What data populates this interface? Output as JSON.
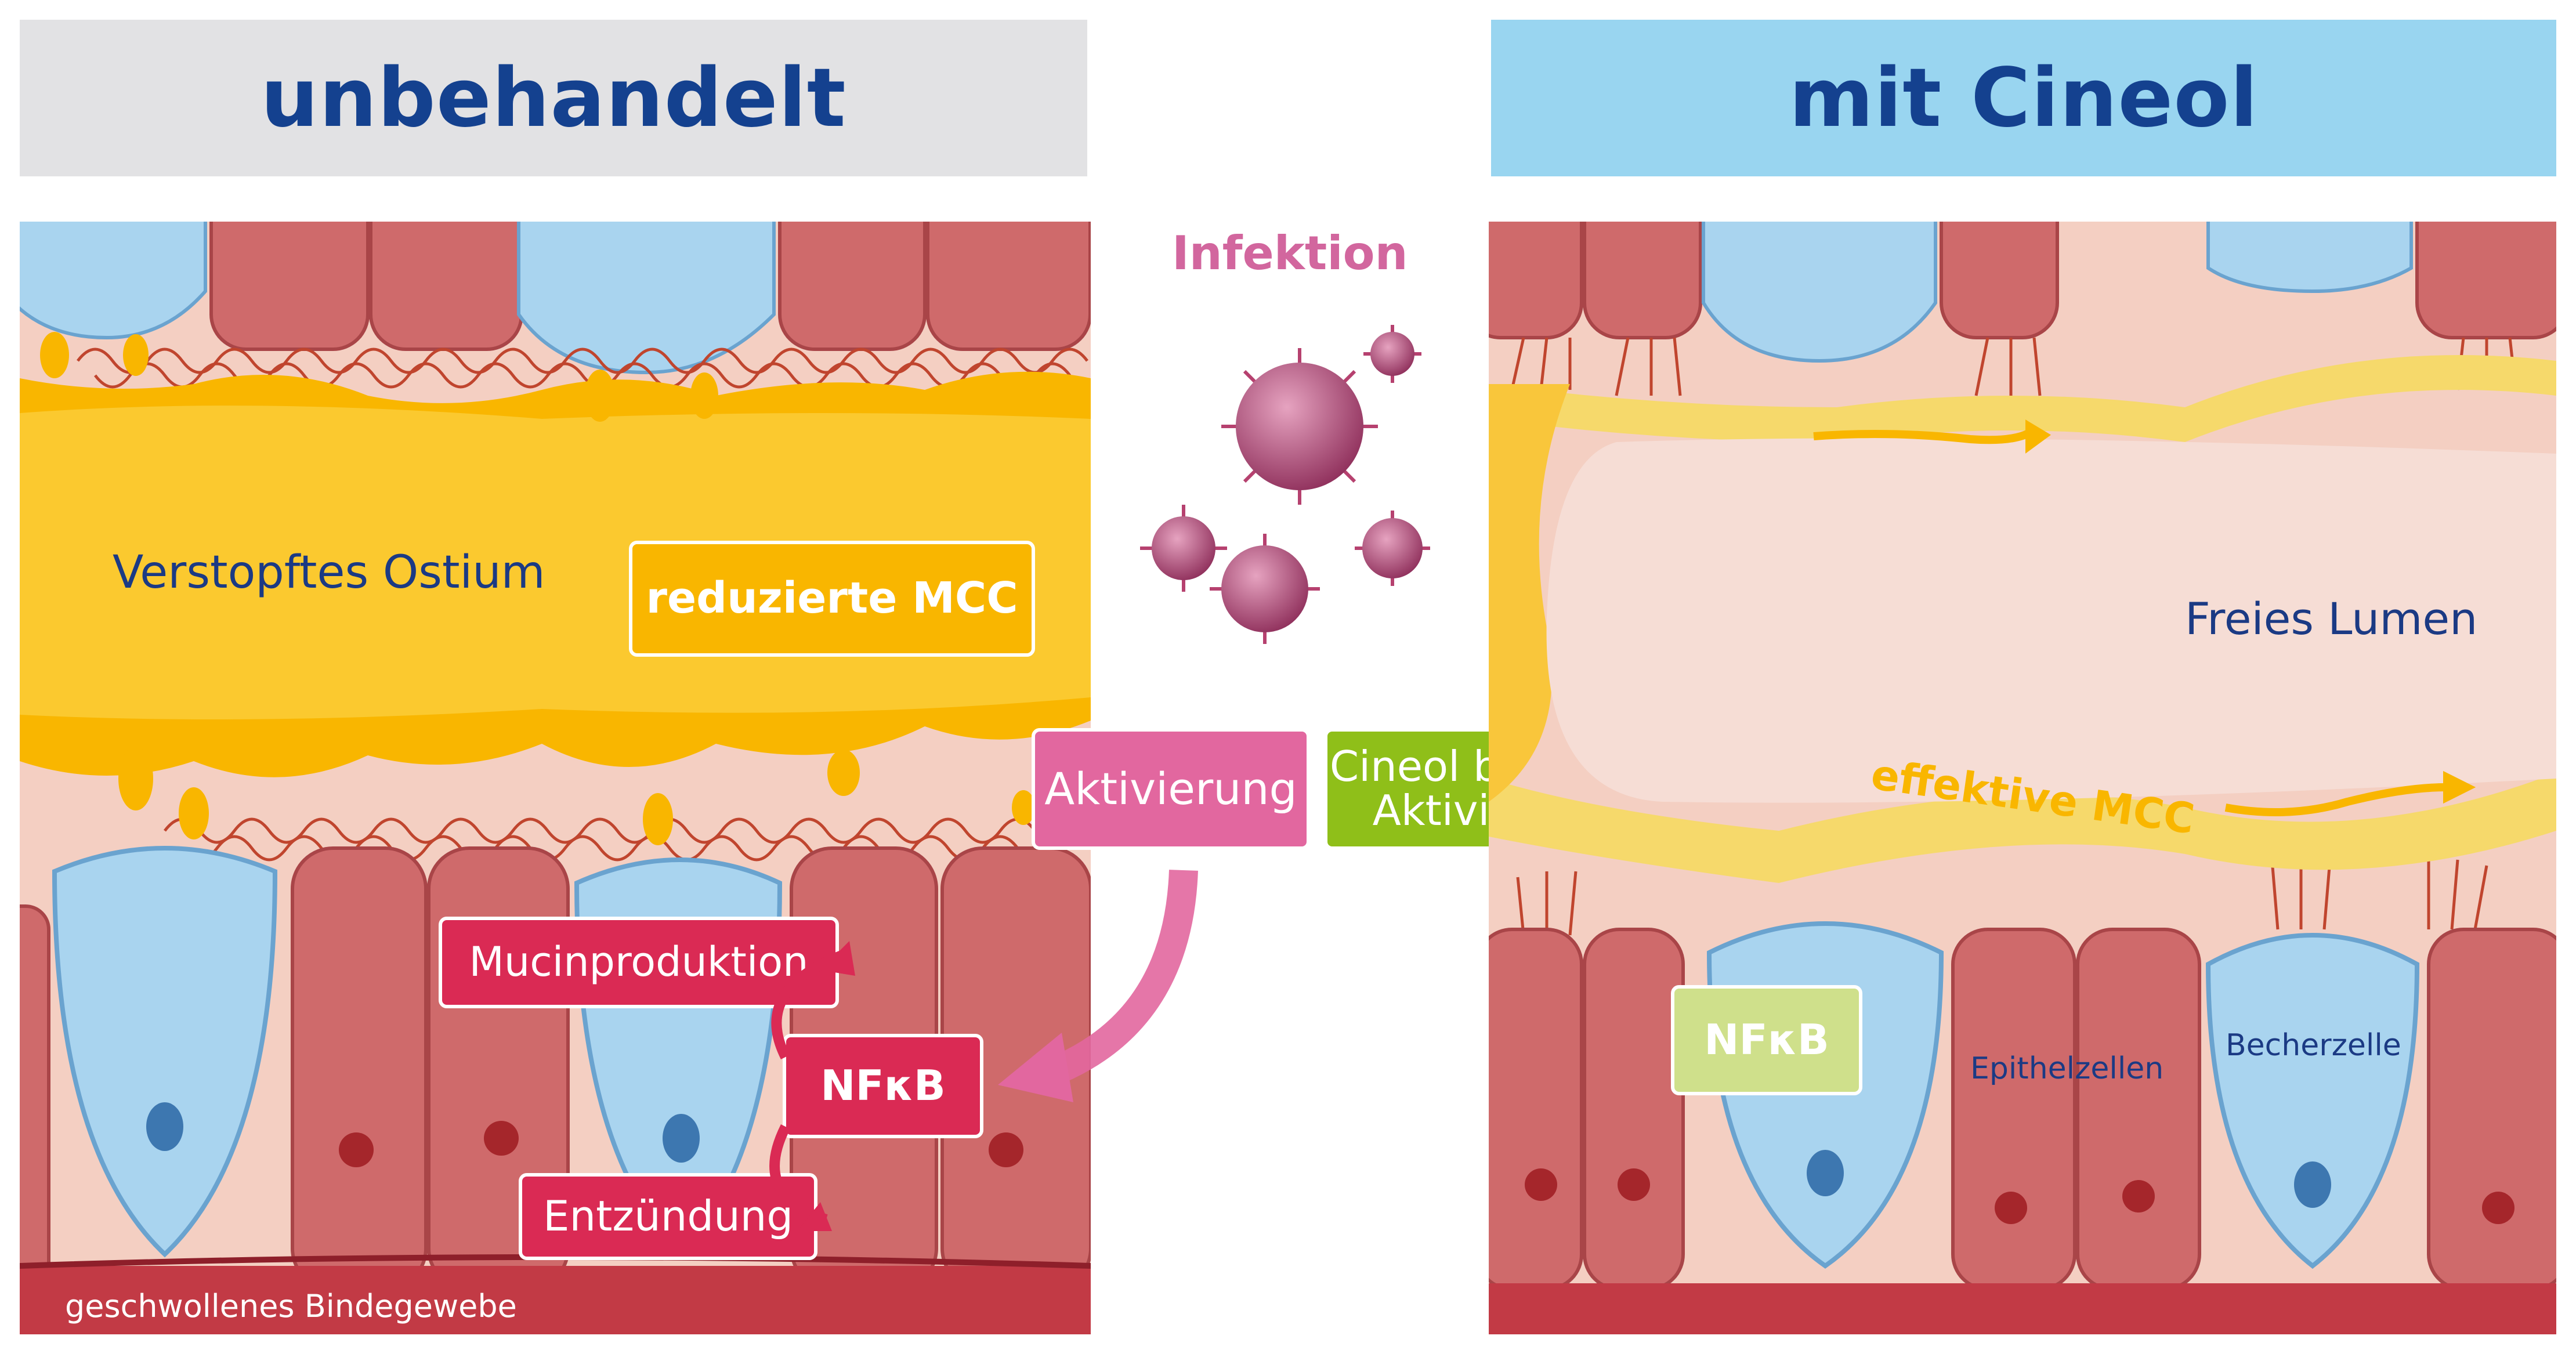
{
  "header": {
    "left_title": "unbehandelt",
    "right_title": "mit Cineol"
  },
  "center": {
    "infection_label": "Infektion"
  },
  "left_panel": {
    "blocked_ostium": "Verstopftes Ostium",
    "reduced_mcc": "reduzierte MCC",
    "mucin_production": "Mucinproduktion",
    "nfkb": "NFκB",
    "inflammation": "Entzündung",
    "swollen_tissue": "geschwollenes Bindegewebe"
  },
  "arrows": {
    "activation": "Aktivierung",
    "cineol_blocks": "Cineol blockiert Aktivierung"
  },
  "right_panel": {
    "free_lumen": "Freies Lumen",
    "effective_mcc": "effektive MCC",
    "nfkb": "NFκB",
    "epithelial_cells": "Epithelzellen",
    "goblet_cell": "Becherzelle"
  },
  "colors": {
    "title_blue": "#14418f",
    "mucus_yellow": "#f9b600",
    "cell_red": "#d06a6c",
    "goblet_blue": "#a9d4ef",
    "nfkb_red": "#da2a54",
    "activation_pink": "#e2679f",
    "cineol_green": "#8fbf19",
    "virus_purple": "#b6416f"
  }
}
